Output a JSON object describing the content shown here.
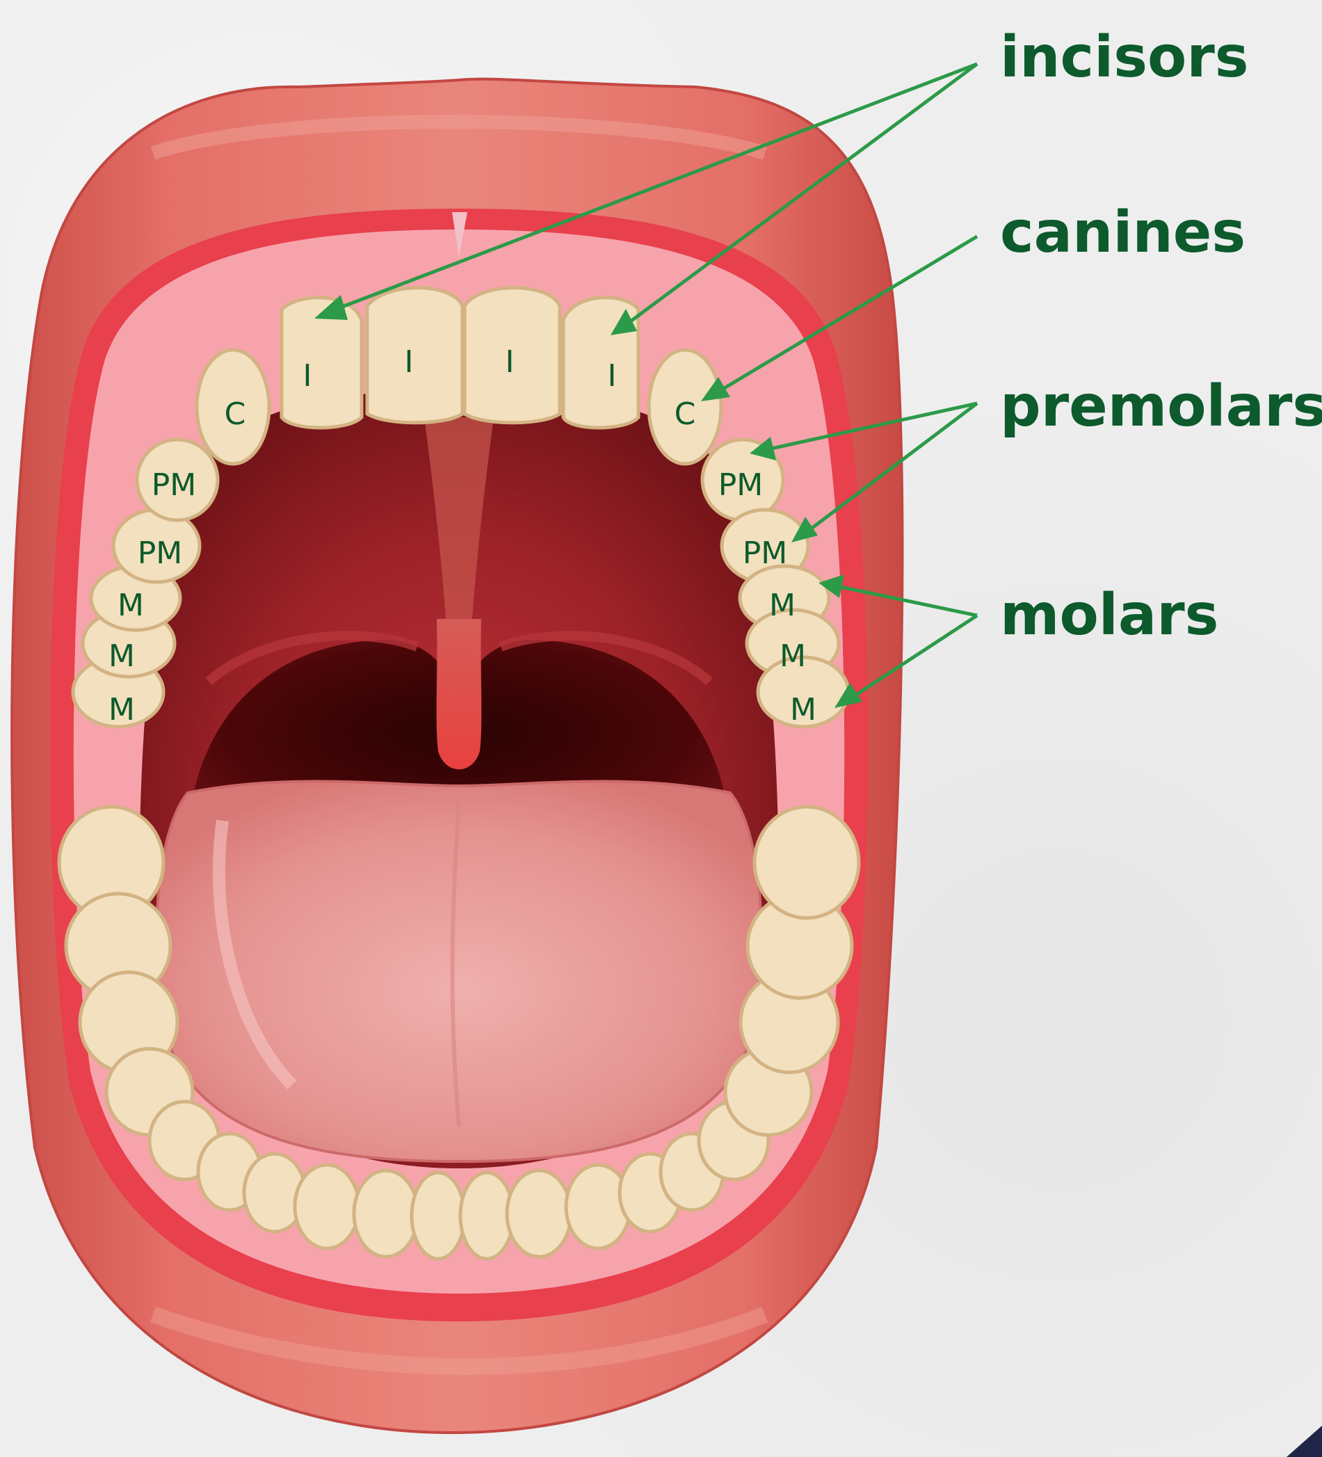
{
  "diagram": {
    "callouts": [
      {
        "id": "incisors",
        "text": "incisors"
      },
      {
        "id": "canines",
        "text": "canines"
      },
      {
        "id": "premolars",
        "text": "premolars"
      },
      {
        "id": "molars",
        "text": "molars"
      }
    ],
    "upper_teeth_labels": [
      "I",
      "I",
      "I",
      "I",
      "C",
      "C",
      "PM",
      "PM",
      "PM",
      "PM",
      "M",
      "M",
      "M",
      "M",
      "M",
      "M"
    ]
  },
  "colors": {
    "label_green": "#0d5a2c",
    "arrow_green": "#2c9a48",
    "lip": "#e06f66",
    "tooth": "#f2e0bf"
  }
}
